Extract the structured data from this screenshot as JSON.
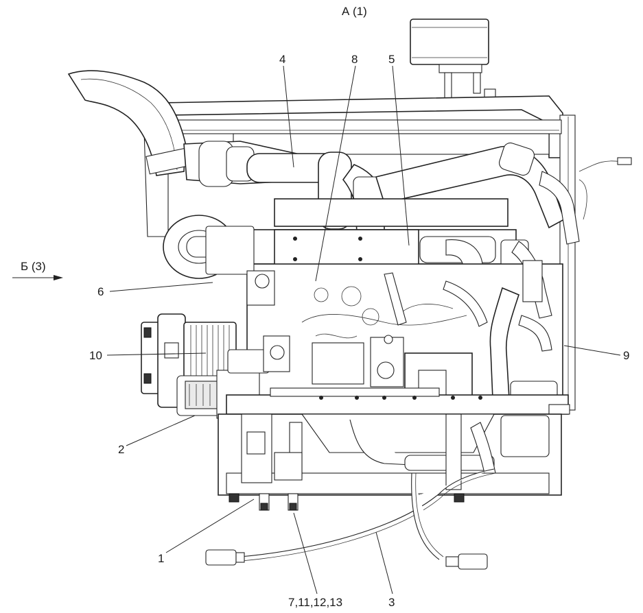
{
  "view": {
    "top_label": "А (1)",
    "side_label": "Б (3)"
  },
  "callouts": {
    "c1": "1",
    "c2": "2",
    "c3": "3",
    "c4": "4",
    "c5": "5",
    "c6": "6",
    "c7": "7,11,12,13",
    "c8": "8",
    "c9": "9",
    "c10": "10"
  }
}
